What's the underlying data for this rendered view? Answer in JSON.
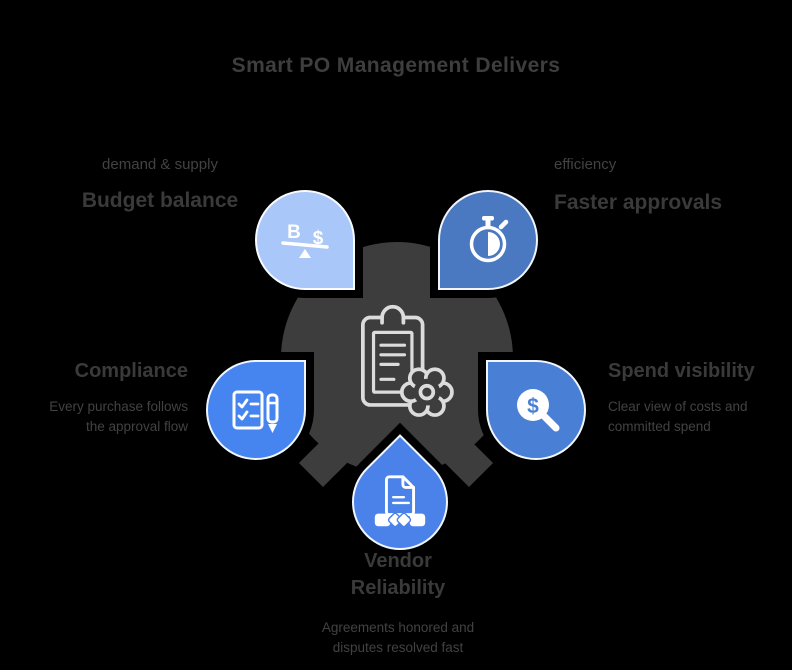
{
  "title": "Smart PO Management Delivers",
  "colors": {
    "background": "#000000",
    "hub": "#3d3d3d",
    "hub_icon_stroke": "#dcdcdc",
    "text_gray": "#3e3e3e",
    "petal_top_left": "#a9c7f8",
    "petal_top_right": "#4a79c1",
    "petal_left": "#4685f0",
    "petal_right": "#4a7fd6",
    "petal_bottom": "#4a82ea",
    "petal_outline": "#ffffff"
  },
  "hub": {
    "icon": "clipboard-gear-icon"
  },
  "items": {
    "top_left": {
      "icon": "balance-scale-icon",
      "scale_left_symbol": "B",
      "scale_right_symbol": "$",
      "tagline": "demand & supply",
      "heading": "Budget balance"
    },
    "top_right": {
      "icon": "stopwatch-icon",
      "tagline": "efficiency",
      "heading": "Faster approvals"
    },
    "left": {
      "icon": "checklist-pen-icon",
      "heading": "Compliance",
      "desc_line1": "Every purchase follows",
      "desc_line2": "the approval flow"
    },
    "right": {
      "icon": "magnifier-dollar-icon",
      "lens_symbol": "$",
      "heading": "Spend visibility",
      "desc_line1": "Clear view of costs and",
      "desc_line2": "committed spend"
    },
    "bottom": {
      "icon": "contract-handshake-icon",
      "heading_line1": "Vendor",
      "heading_line2": "Reliability",
      "desc_line1": "Agreements honored and",
      "desc_line2": "disputes resolved fast"
    }
  }
}
